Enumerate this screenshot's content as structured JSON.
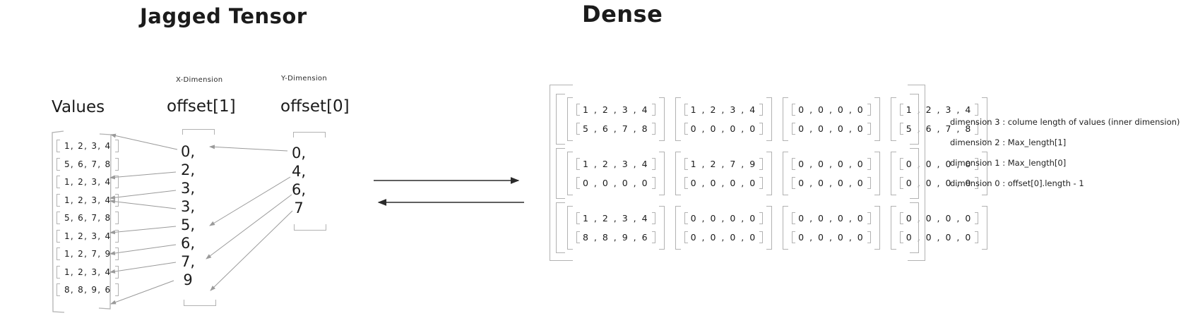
{
  "titles": {
    "jagged": "Jagged Tensor",
    "dense": "Dense"
  },
  "jagged": {
    "values": {
      "label": "Values",
      "rows": [
        "1, 2, 3, 4",
        "5, 6, 7, 8",
        "1, 2, 3, 4",
        "1, 2, 3, 4",
        "5, 6, 7, 8",
        "1, 2, 3, 4",
        "1, 2, 7, 9",
        "1, 2, 3, 4",
        "8, 8, 9, 6"
      ]
    },
    "offset1": {
      "dim_label": "X-Dimension",
      "label": "offset[1]",
      "items": [
        "0,",
        "2,",
        "3,",
        "3,",
        "5,",
        "6,",
        "7,",
        "9"
      ]
    },
    "offset0": {
      "dim_label": "Y-Dimension",
      "label": "offset[0]",
      "items": [
        "0,",
        "4,",
        "6,",
        "7"
      ]
    }
  },
  "dense": {
    "rows": [
      [
        [
          "1 , 2 , 3 , 4",
          "5 , 6 , 7 , 8"
        ],
        [
          "1 , 2 , 3 , 4",
          "0 , 0 , 0 , 0"
        ],
        [
          "0 , 0 , 0 , 0",
          "0 , 0 , 0 , 0"
        ],
        [
          "1 , 2 , 3 , 4",
          "5 , 6 , 7 , 8"
        ]
      ],
      [
        [
          "1 , 2 , 3 , 4",
          "0 , 0 , 0 , 0"
        ],
        [
          "1 , 2 , 7 , 9",
          "0 , 0 , 0 , 0"
        ],
        [
          "0 , 0 , 0 , 0",
          "0 , 0 , 0 , 0"
        ],
        [
          "0 , 0 , 0 , 0",
          "0 , 0 , 0 , 0"
        ]
      ],
      [
        [
          "1 , 2 , 3 , 4",
          "8 , 8 , 9 , 6"
        ],
        [
          "0 , 0 , 0 , 0",
          "0 , 0 , 0 , 0"
        ],
        [
          "0 , 0 , 0 , 0",
          "0 , 0 , 0 , 0"
        ],
        [
          "0 , 0 , 0 , 0",
          "0 , 0 , 0 , 0"
        ]
      ]
    ]
  },
  "annotations": [
    "dimension 3 : colume length of values (inner dimension)",
    "dimension 2 : Max_length[1]",
    "dimension 1 : Max_length[0]",
    "dimension 0 : offset[0].length - 1"
  ],
  "colors": {
    "ink": "#1b1b1b",
    "sketch_gray": "#b2b2b2",
    "arrow_gray": "#9a9a9a",
    "arrow_dark": "#2b2b2b"
  }
}
